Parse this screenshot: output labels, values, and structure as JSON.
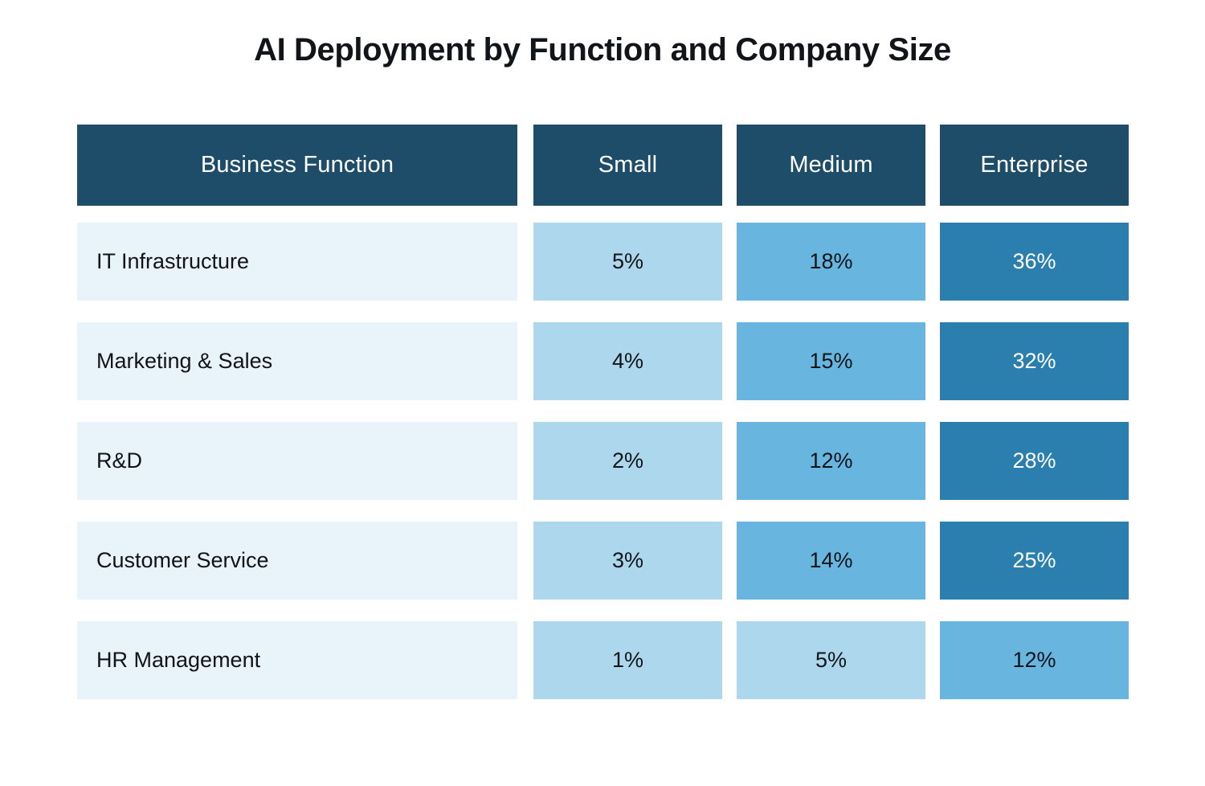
{
  "chart_data": {
    "type": "heatmap",
    "title": "AI Deployment by Function and Company Size",
    "xlabel": "",
    "ylabel": "",
    "grid": false,
    "legend": "none",
    "value_unit": "%",
    "columns": [
      "Business Function",
      "Small",
      "Medium",
      "Enterprise"
    ],
    "categories": [
      "IT Infrastructure",
      "Marketing & Sales",
      "R&D",
      "Customer Service",
      "HR Management"
    ],
    "series": [
      {
        "name": "Small",
        "values": [
          5,
          4,
          2,
          3,
          1
        ]
      },
      {
        "name": "Medium",
        "values": [
          18,
          15,
          12,
          14,
          5
        ]
      },
      {
        "name": "Enterprise",
        "values": [
          36,
          32,
          28,
          25,
          12
        ]
      }
    ],
    "cells": [
      {
        "label": "IT Infrastructure",
        "small": "5%",
        "medium": "18%",
        "enterprise": "36%",
        "small_shade": "light",
        "medium_shade": "mid",
        "enterprise_shade": "dark"
      },
      {
        "label": "Marketing & Sales",
        "small": "4%",
        "medium": "15%",
        "enterprise": "32%",
        "small_shade": "light",
        "medium_shade": "mid",
        "enterprise_shade": "dark"
      },
      {
        "label": "R&D",
        "small": "2%",
        "medium": "12%",
        "enterprise": "28%",
        "small_shade": "light",
        "medium_shade": "mid",
        "enterprise_shade": "dark"
      },
      {
        "label": "Customer Service",
        "small": "3%",
        "medium": "14%",
        "enterprise": "25%",
        "small_shade": "light",
        "medium_shade": "mid",
        "enterprise_shade": "dark"
      },
      {
        "label": "HR Management",
        "small": "1%",
        "medium": "5%",
        "enterprise": "12%",
        "small_shade": "light",
        "medium_shade": "light",
        "enterprise_shade": "mid"
      }
    ],
    "colors": {
      "header_background": "#1d4d68",
      "header_text": "#ffffff",
      "label_background": "#e8f3fa",
      "label_text": "#111418",
      "shade_light": "#add7ec",
      "shade_mid": "#68b6e0",
      "shade_dark": "#2b7fae",
      "dark_cell_text": "#ffffff",
      "light_cell_text": "#111418",
      "page_background": "#ffffff",
      "title_text": "#111418"
    }
  }
}
